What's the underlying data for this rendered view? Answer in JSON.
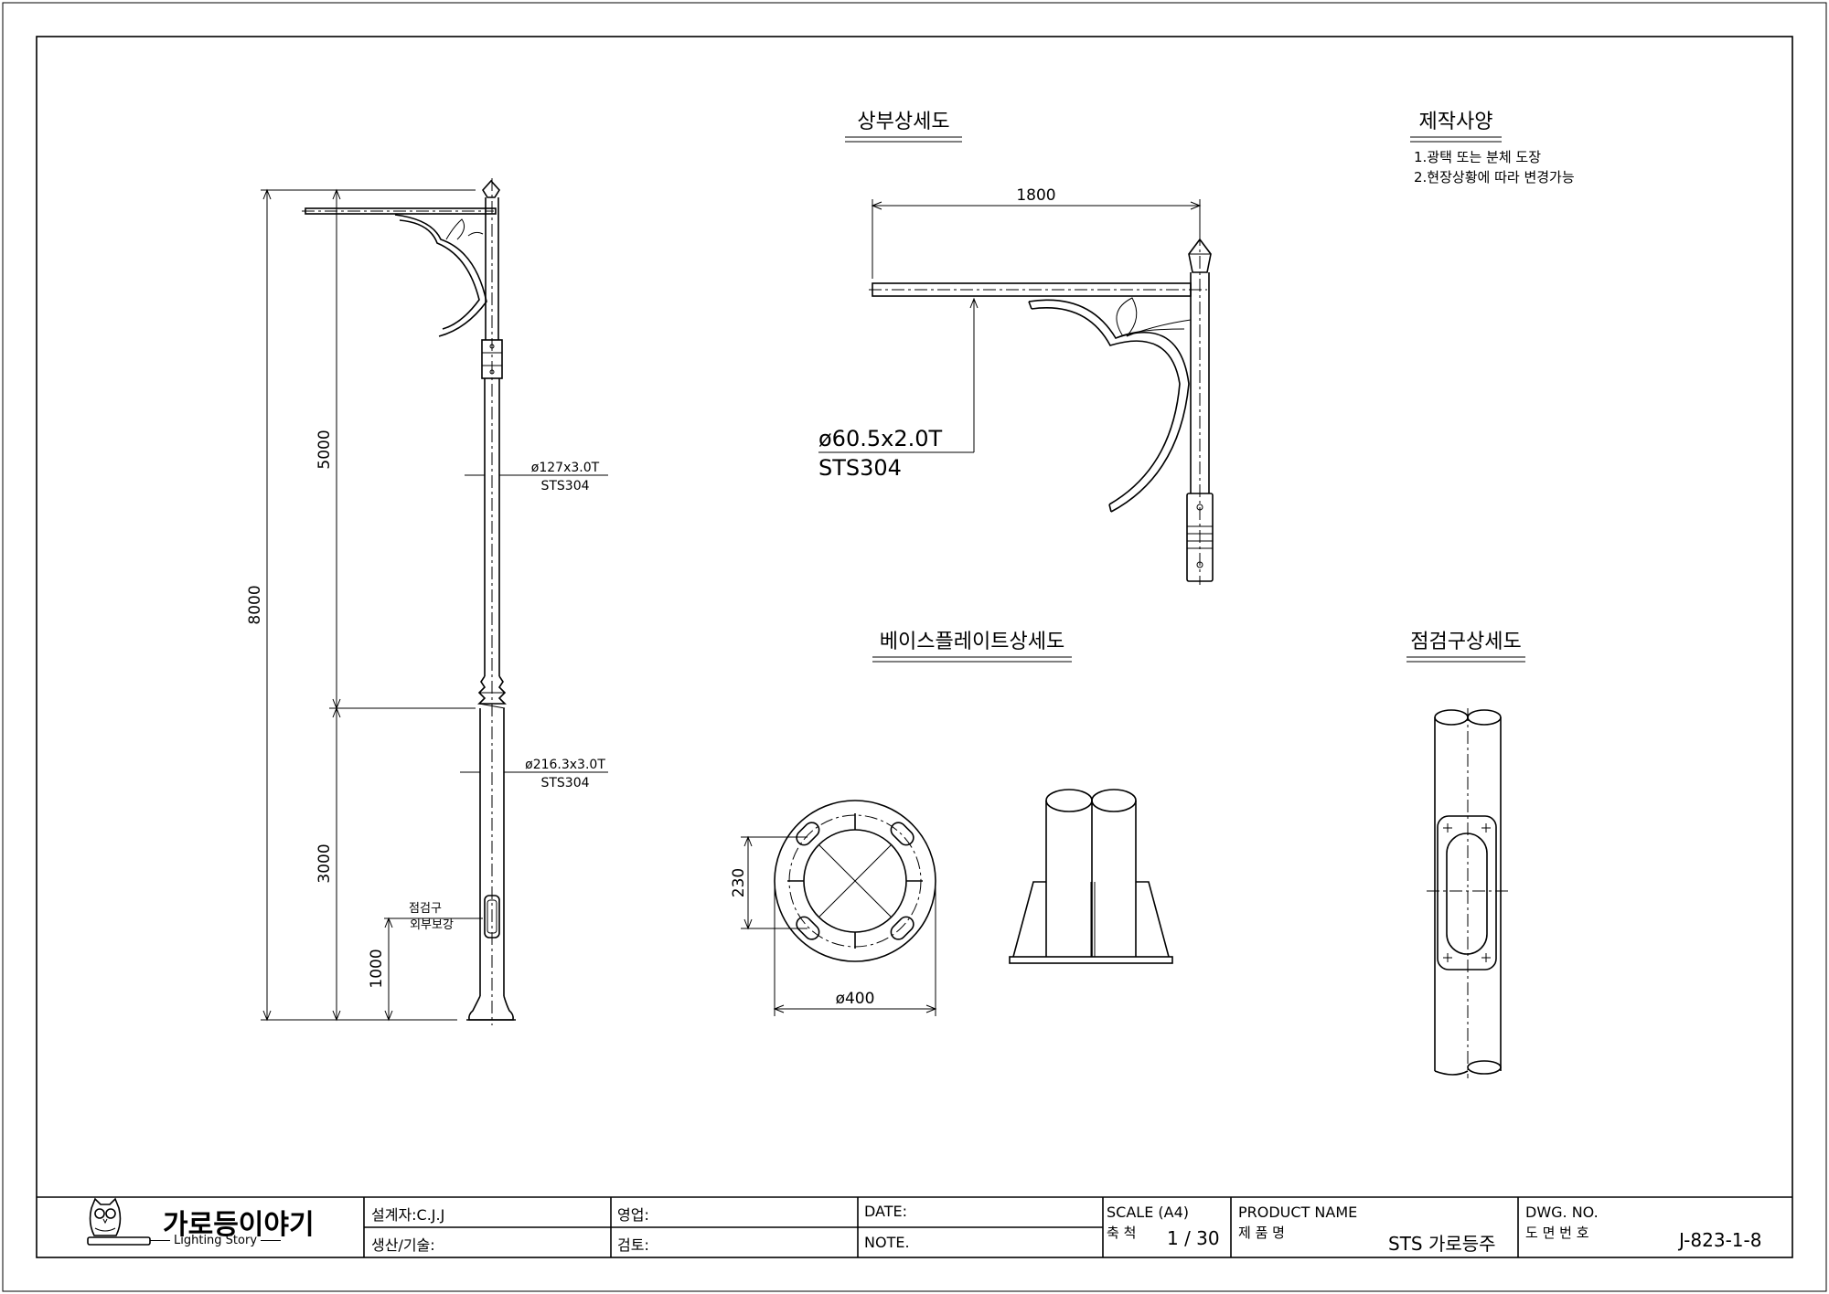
{
  "views": {
    "top_detail_title": "상부상세도",
    "base_plate_title": "베이스플레이트상세도",
    "inspection_title": "점검구상세도",
    "spec_title": "제작사양",
    "spec_notes": [
      "1.광택 또는 분체 도장",
      "2.현장상황에 따라 변경가능"
    ]
  },
  "main_pole": {
    "dim_total": "8000",
    "dim_upper": "5000",
    "dim_lower": "3000",
    "dim_hatch_height": "1000",
    "upper_pipe": "ø127x3.0T",
    "upper_material": "STS304",
    "lower_pipe": "ø216.3x3.0T",
    "lower_material": "STS304",
    "hatch_label_1": "점검구",
    "hatch_label_2": "외부보강"
  },
  "top_detail": {
    "arm_length": "1800",
    "arm_pipe": "ø60.5x2.0T",
    "arm_material": "STS304"
  },
  "base_plate": {
    "diameter": "ø400",
    "bolt_spacing": "230"
  },
  "title_block": {
    "logo_name": "가로등이야기",
    "logo_sub": "Lighting Story",
    "designer": "설계자:C.J.J",
    "sales": "영업:",
    "date": "DATE:",
    "production": "생산/기술:",
    "review": "검토:",
    "note": "NOTE.",
    "scale_label": "SCALE (A4)",
    "scale_label_kr": "축 척",
    "scale_value": "1 / 30",
    "product_label": "PRODUCT NAME",
    "product_label_kr": "제 품 명",
    "product_name": "STS 가로등주",
    "dwg_label": "DWG. NO.",
    "dwg_label_kr": "도 면 번 호",
    "dwg_number": "J-823-1-8"
  }
}
